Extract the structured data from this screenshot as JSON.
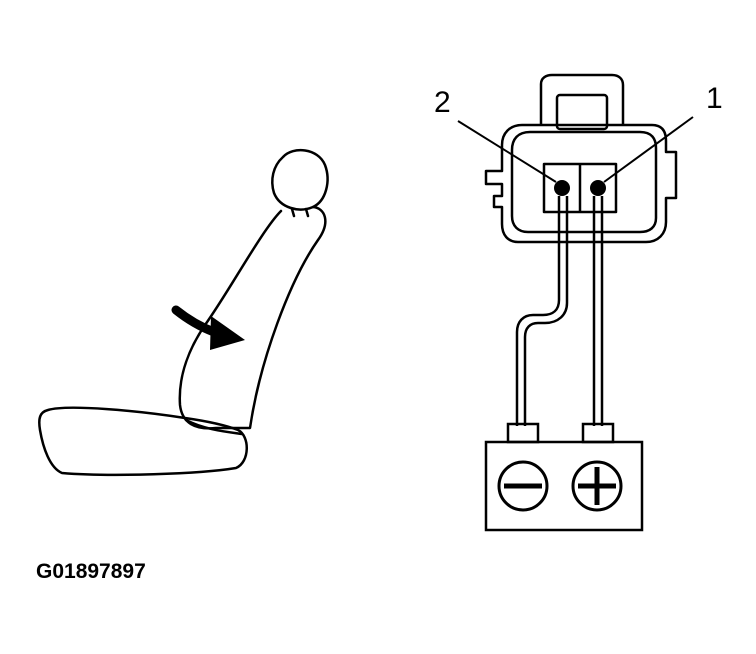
{
  "figure_id": "G01897897",
  "connector": {
    "terminal_labels": [
      "2",
      "1"
    ]
  },
  "battery": {
    "negative_symbol": "minus-icon",
    "positive_symbol": "plus-icon"
  },
  "colors": {
    "ink": "#000000",
    "paper": "#ffffff"
  }
}
